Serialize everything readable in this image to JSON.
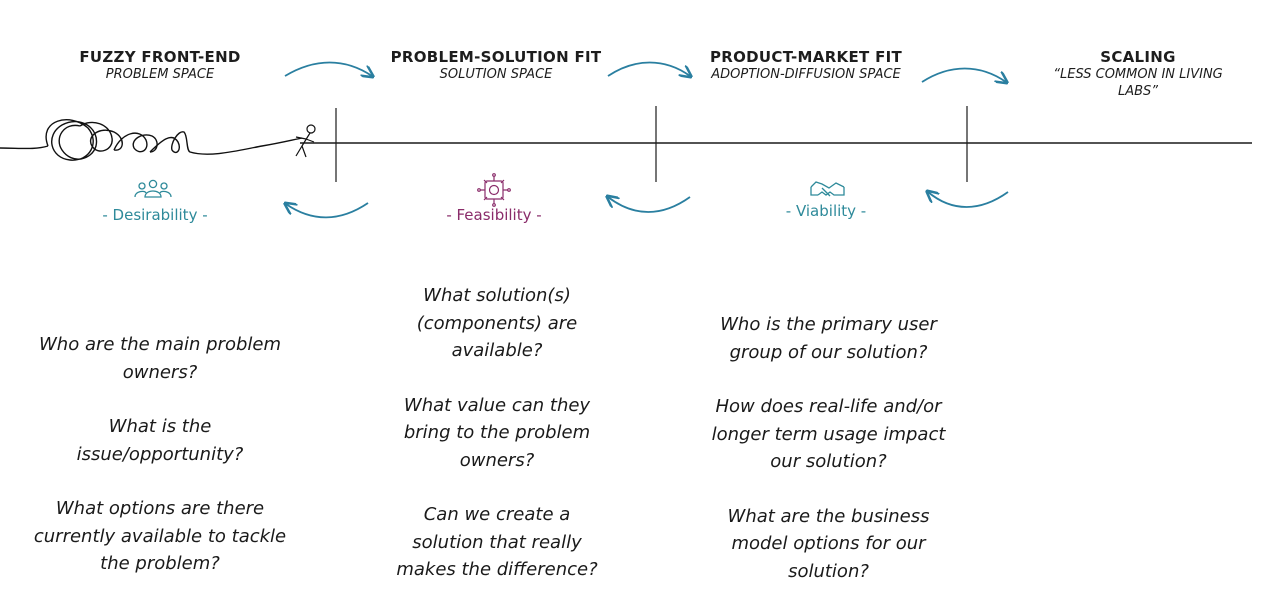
{
  "phases": [
    {
      "title": "FUZZY FRONT-END",
      "subtitle": "PROBLEM SPACE"
    },
    {
      "title": "PROBLEM-SOLUTION FIT",
      "subtitle": "SOLUTION SPACE"
    },
    {
      "title": "PRODUCT-MARKET FIT",
      "subtitle": "ADOPTION-DIFFUSION SPACE"
    },
    {
      "title": "SCALING",
      "subtitle": "“LESS COMMON IN LIVING LABS”"
    }
  ],
  "criteria": [
    {
      "label": "- Desirability -",
      "icon": "people-icon",
      "color": "#2e8a9a"
    },
    {
      "label": "- Feasibility -",
      "icon": "chip-icon",
      "color": "#8a2c6a"
    },
    {
      "label": "- Viability -",
      "icon": "handshake-icon",
      "color": "#2e8a9a"
    }
  ],
  "questions": {
    "col1": [
      "Who are the main problem owners?",
      "What is the issue/opportunity?",
      "What options are there currently available to tackle the problem?"
    ],
    "col2": [
      "What solution(s) (components) are available?",
      "What value can they bring to the problem owners?",
      "Can we create a solution that really makes the difference?"
    ],
    "col3": [
      "Who is the primary user group of our solution?",
      "How does real-life and/or longer term usage impact our solution?",
      "What are the business model options for our solution?"
    ]
  },
  "colors": {
    "arrow": "#2a7fa0",
    "line": "#1a1a1a"
  }
}
